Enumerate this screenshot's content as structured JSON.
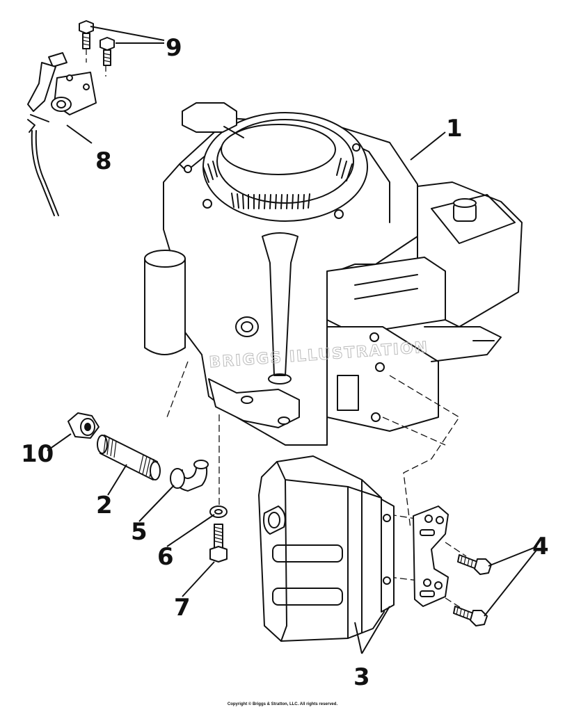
{
  "callouts": {
    "c1": "1",
    "c2": "2",
    "c3": "3",
    "c4": "4",
    "c5": "5",
    "c6": "6",
    "c7": "7",
    "c8": "8",
    "c9": "9",
    "c10": "10"
  },
  "watermark": "BRIGGS ILLUSTRATION",
  "copyright": "Copyright © Briggs & Stratton, LLC. All rights reserved."
}
